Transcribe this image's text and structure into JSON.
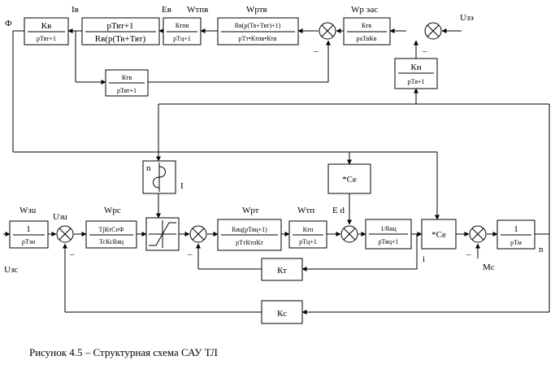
{
  "diagram": {
    "caption": "Рисунок 4.5 – Структурная схема САУ ТЛ",
    "signal_labels": {
      "phi": "Ф",
      "iv": "Iв",
      "ev": "Ев",
      "wtpv": "Wтпв",
      "wrtv": "Wртв",
      "wr_eas": "Wр эас",
      "uzz": "Uзэ",
      "wzu": "Wзu",
      "uzu": "Uзu",
      "uzs": "Uзс",
      "wrs": "Wрс",
      "wrt": "Wрт",
      "wtp": "Wтп",
      "ed": "Е d",
      "i_current": "i",
      "n_speed": "n",
      "mc": "Мс",
      "n_sat": "n",
      "i_sat": "I"
    },
    "blocks": {
      "kv": {
        "num": "Кв",
        "den": "рТвт+1"
      },
      "ptvt": {
        "num": "рТвт+1",
        "den": "Rв(р(Тв+Твт)"
      },
      "wtpv_block": {
        "num": "Ктпв",
        "den": "рТц+1"
      },
      "wrtv_block": {
        "num": "Rв(р(Тв+Твт)+1)",
        "den": "рТт•Ктпв•Ктв"
      },
      "eas": {
        "num": "Ктв",
        "den": "раТвКв"
      },
      "ktv_fb": {
        "num": "Ктв",
        "den": "рТвт+1"
      },
      "kn": {
        "num": "Кн",
        "den": "рТя+1"
      },
      "ce_top": {
        "label": "*Се"
      },
      "wzu_block": {
        "num": "1",
        "den": "рТзи"
      },
      "wrs_block": {
        "num": "ТjКтСеФ",
        "den": "ТсКсRяц"
      },
      "wrt_block": {
        "num": "Rяц(рТяц+1)",
        "den": "рТтКтпКт"
      },
      "wtp_block": {
        "num": "Ктп",
        "den": "рТц+1"
      },
      "rya": {
        "num": "1/Rяц",
        "den": "рТяц+1"
      },
      "ce_mid": {
        "label": "*Се"
      },
      "tm": {
        "num": "1",
        "den": "рТм"
      },
      "kt": {
        "label": "Кт"
      },
      "kc": {
        "label": "Кс"
      }
    },
    "signs": {
      "minus": "_"
    }
  }
}
